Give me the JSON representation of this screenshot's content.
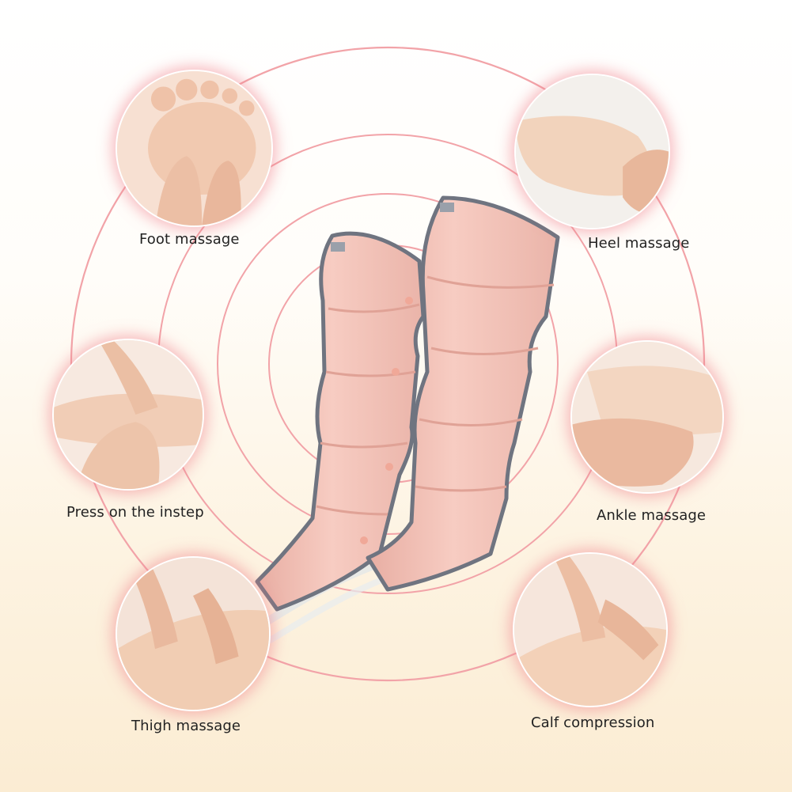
{
  "labels": {
    "foot": "Foot massage",
    "heel": "Heel massage",
    "instep": "Press on the instep",
    "ankle": "Ankle massage",
    "thigh": "Thigh massage",
    "calf": "Calf compression"
  },
  "colors": {
    "ring": "#f2a3a8",
    "glow": "#f0828c",
    "boot": "#f4c2b8",
    "boot_shadow": "#e4a79c",
    "zipper": "#6f7480",
    "skin": "#f3d3bf",
    "skin_dark": "#e2b39b"
  },
  "icons": {
    "foot": "foot-sole-photo",
    "heel": "heel-photo",
    "instep": "hands-on-instep-photo",
    "ankle": "ankle-photo",
    "thigh": "thigh-photo",
    "calf": "calf-photo",
    "product": "air-compression-leg-wraps"
  }
}
